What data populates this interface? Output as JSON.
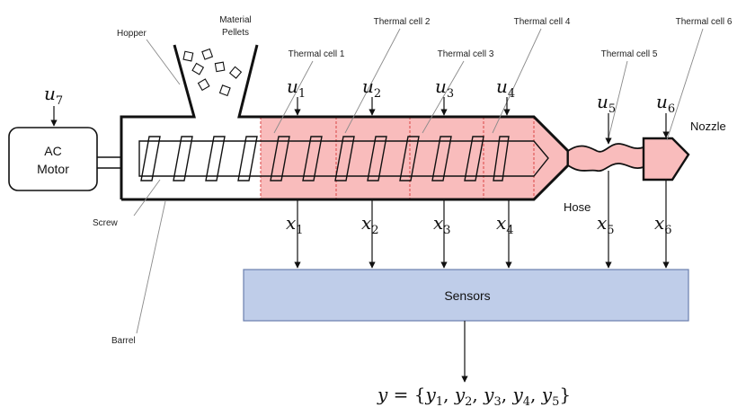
{
  "labels": {
    "hopper": "Hopper",
    "material_pellets_line1": "Material",
    "material_pellets_line2": "Pellets",
    "thermal_cell_1": "Thermal cell 1",
    "thermal_cell_2": "Thermal cell 2",
    "thermal_cell_3": "Thermal cell 3",
    "thermal_cell_4": "Thermal cell 4",
    "thermal_cell_5": "Thermal cell 5",
    "thermal_cell_6": "Thermal cell 6",
    "ac_motor_line1": "AC",
    "ac_motor_line2": "Motor",
    "screw": "Screw",
    "barrel": "Barrel",
    "hose": "Hose",
    "nozzle": "Nozzle",
    "sensors": "Sensors"
  },
  "inputs": {
    "u1": {
      "base": "u",
      "sub": "1"
    },
    "u2": {
      "base": "u",
      "sub": "2"
    },
    "u3": {
      "base": "u",
      "sub": "3"
    },
    "u4": {
      "base": "u",
      "sub": "4"
    },
    "u5": {
      "base": "u",
      "sub": "5"
    },
    "u6": {
      "base": "u",
      "sub": "6"
    },
    "u7": {
      "base": "u",
      "sub": "7"
    }
  },
  "states": {
    "x1": {
      "base": "x",
      "sub": "1"
    },
    "x2": {
      "base": "x",
      "sub": "2"
    },
    "x3": {
      "base": "x",
      "sub": "3"
    },
    "x4": {
      "base": "x",
      "sub": "4"
    },
    "x5": {
      "base": "x",
      "sub": "5"
    },
    "x6": {
      "base": "x",
      "sub": "6"
    }
  },
  "output_equation": {
    "lhs": "y",
    "eq": " = {",
    "terms": [
      {
        "base": "y",
        "sub": "1"
      },
      {
        "base": "y",
        "sub": "2"
      },
      {
        "base": "y",
        "sub": "3"
      },
      {
        "base": "y",
        "sub": "4"
      },
      {
        "base": "y",
        "sub": "5"
      }
    ],
    "close": "}"
  },
  "colors": {
    "heated_zone_fill": "#f9bcbc",
    "heated_zone_stroke": "#e05a5a",
    "sensors_fill": "#bfcde9",
    "sensors_stroke": "#6a7fae",
    "outline": "#111111",
    "leader_line": "#8a8a8a"
  }
}
